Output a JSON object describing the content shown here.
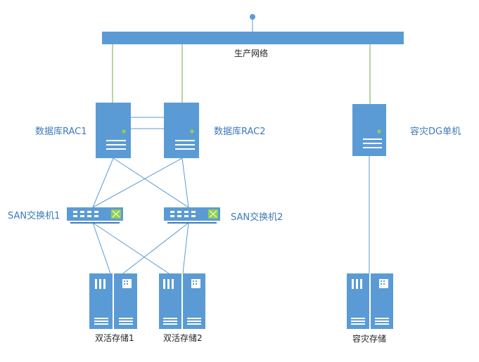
{
  "network": {
    "label": "生产网络"
  },
  "servers": {
    "rac1": {
      "label": "数据库RAC1"
    },
    "rac2": {
      "label": "数据库RAC2"
    },
    "dg": {
      "label": "容灾DG单机"
    }
  },
  "switches": {
    "san1": {
      "label": "SAN交换机1"
    },
    "san2": {
      "label": "SAN交换机2"
    }
  },
  "storage": {
    "s1": {
      "label": "双活存储1"
    },
    "s2": {
      "label": "双活存储2"
    },
    "dr": {
      "label": "容灾存储"
    }
  },
  "colors": {
    "device_fill": "#5b9bd5",
    "device_dark": "#3d7ab8",
    "network_link": "#70ad47",
    "san_link": "#5b9bd5",
    "indicator": "#92d050"
  }
}
